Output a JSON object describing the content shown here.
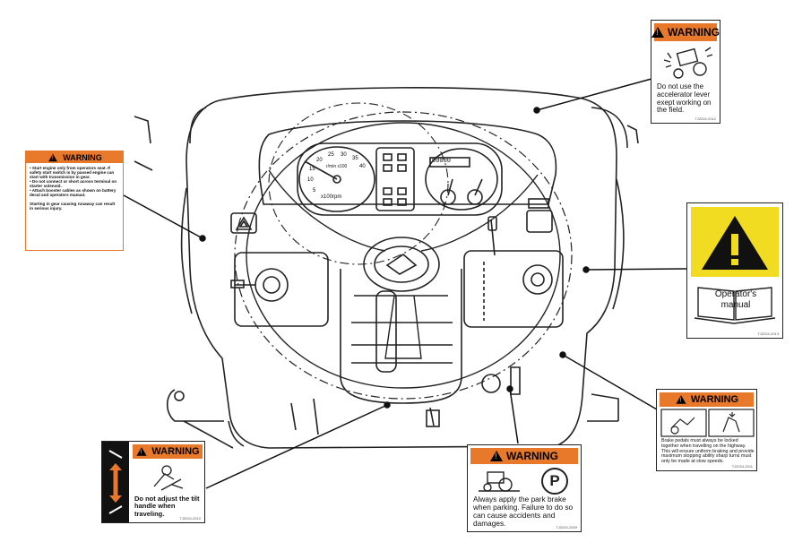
{
  "labels": {
    "top_right": {
      "heading": "WARNING",
      "text": "Do not use the accelerator lever exept working on the field.",
      "code": "TJ2024-2012"
    },
    "left": {
      "heading": "WARNING",
      "lines": [
        "• Start engine only from operators seat. If safety start switch is by passed engine can start with transmission in gear.",
        "• Do not connect or short across terminal on starter solenoid.",
        "• Attach booster cables as shown on battery decal and operators manual.",
        "Starting in gear causing runaway can result in serious injury."
      ]
    },
    "right_manual": {
      "title": "Operator's manual",
      "code": "TJ2024-2013"
    },
    "right_lower": {
      "heading": "WARNING",
      "text": "Brake pedals must always be locked together when travelling on the highway. This will ensure uniform braking and provide maximum stopping ability sharp turns must only be made at slow speeds.",
      "code": "TJ2024-2011"
    },
    "bottom_center": {
      "heading": "WARNING",
      "text": "Always apply the park brake when parking. Failure to do so can cause accidents and damages.",
      "park_symbol": "P",
      "code": "TJ2024-2009"
    },
    "bottom_left": {
      "heading": "WARNING",
      "text": "Do not adjust the tilt handle when traveling.",
      "code": "TJ2024-2010"
    }
  },
  "dashboard": {
    "tach_unit": "r/min x100",
    "tach_ticks": [
      "5",
      "10",
      "15",
      "20",
      "25",
      "30",
      "35",
      "40"
    ],
    "km_unit": "x100rpm",
    "hour_readout": "00000"
  },
  "icons": [
    "warning-triangle-icon",
    "operators-manual-icon",
    "park-brake-icon",
    "hazard-switch-icon",
    "tilt-handle-icon"
  ],
  "colors": {
    "warning_orange": "#e8782a",
    "caution_yellow": "#f1dc22",
    "line": "#222222"
  }
}
